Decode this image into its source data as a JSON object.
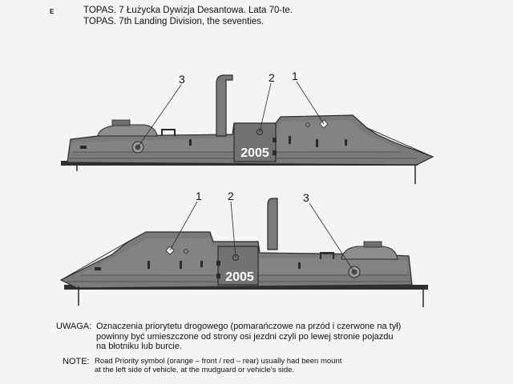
{
  "page": {
    "letter": "E",
    "header_line1": "TOPAS. 7 Łużycka Dywizja Desantowa. Lata 70-te.",
    "header_line2": "TOPAS. 7th Landing Division, the seventies."
  },
  "vehicles": [
    {
      "plate": "2005",
      "callouts": [
        "3",
        "2",
        "1"
      ]
    },
    {
      "plate": "2005",
      "callouts": [
        "1",
        "2",
        "3"
      ]
    }
  ],
  "notes": {
    "uwaga_label": "UWAGA:",
    "uwaga_line1": "Oznaczenia priorytetu drogowego (pomarańczowe na przód i czerwone na tył)",
    "uwaga_line2": "powinny być umieszczone od strony osi jezdni czyli po lewej stronie pojazdu",
    "uwaga_line3": "na błotniku lub burcie.",
    "note_label": "NOTE:",
    "note_line1": "Road Priority symbol (orange – front / red – rear) usually had been mount",
    "note_line2": "at the left side of vehicle, at the mudguard or vehicle’s side."
  },
  "colors": {
    "hull": "#7a7a78",
    "hull_dark": "#5f5f5d",
    "hull_light": "#8d8d8b",
    "outline": "#2a2a2a",
    "background": "#f4f4f2"
  }
}
